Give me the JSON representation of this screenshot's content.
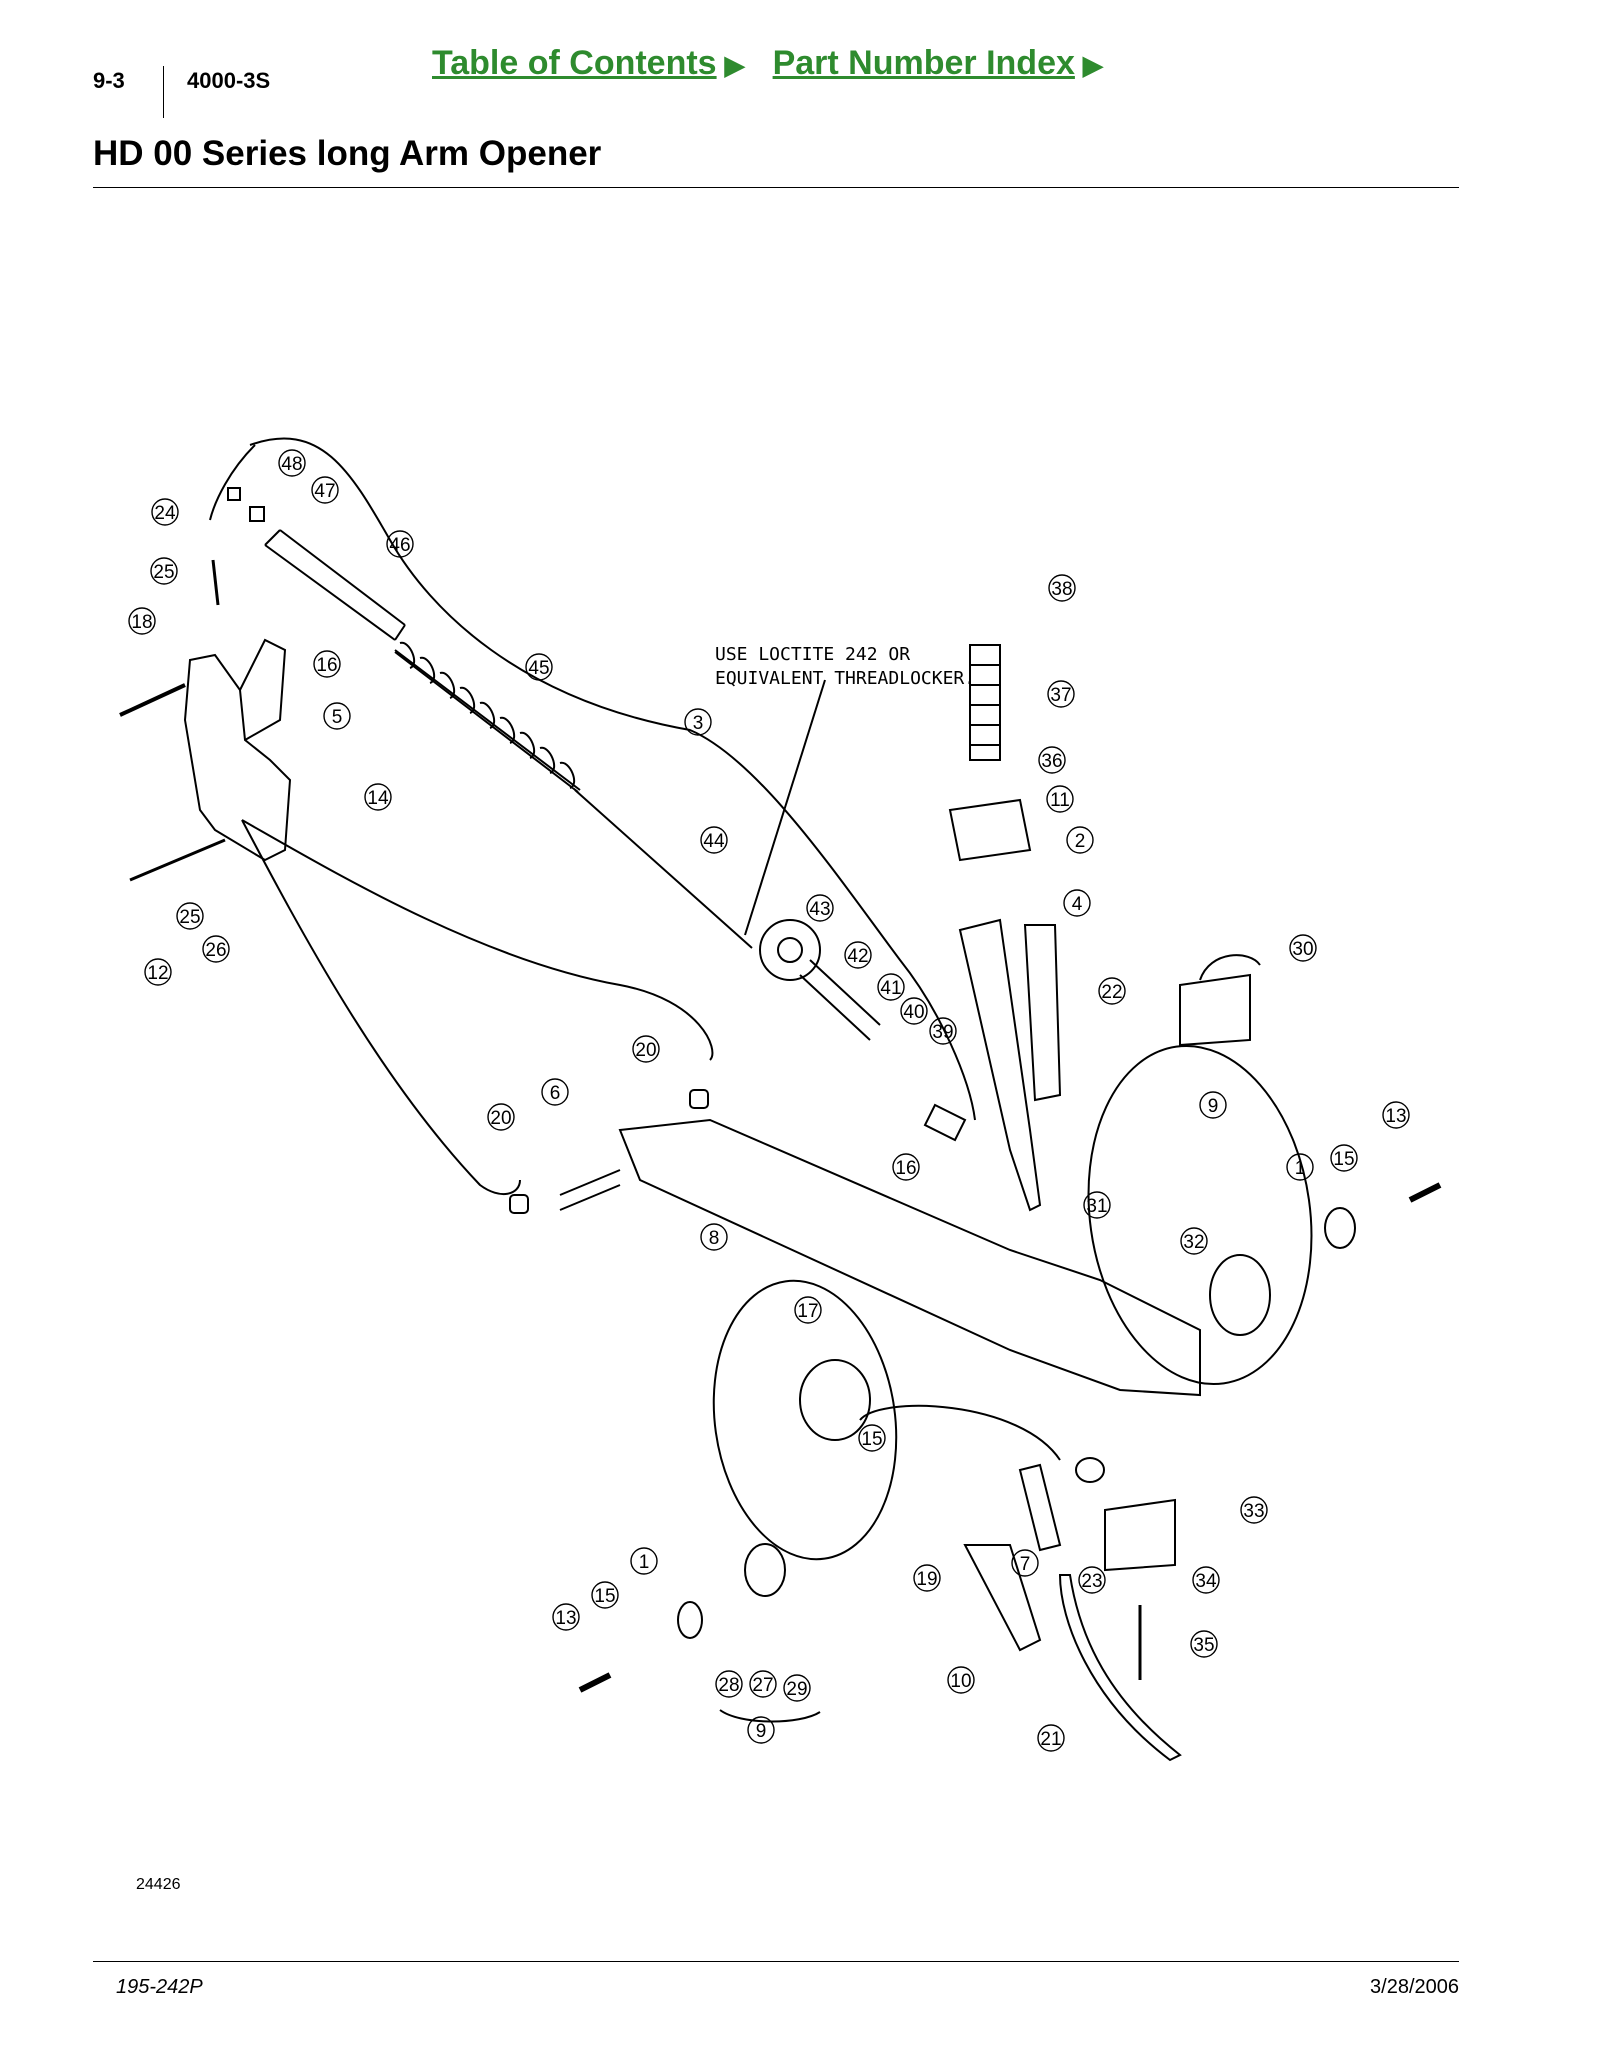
{
  "header": {
    "page_number": "9-3",
    "model": "4000-3S",
    "nav": {
      "toc_label": "Table of Contents",
      "index_label": "Part Number Index",
      "arrow_icon": "right-arrow-icon"
    }
  },
  "page_title": "HD 00 Series long Arm Opener",
  "diagram": {
    "note_line1": "USE LOCTITE 242 OR",
    "note_line2": "EQUIVALENT THREADLOCKER.",
    "figure_id": "24426",
    "callouts": [
      "48",
      "47",
      "24",
      "46",
      "25",
      "18",
      "16",
      "5",
      "45",
      "3",
      "14",
      "44",
      "12",
      "25",
      "26",
      "43",
      "42",
      "41",
      "40",
      "39",
      "20",
      "6",
      "20",
      "16",
      "8",
      "17",
      "38",
      "37",
      "36",
      "11",
      "2",
      "4",
      "22",
      "30",
      "9",
      "13",
      "1",
      "15",
      "31",
      "32",
      "15",
      "1",
      "15",
      "13",
      "19",
      "7",
      "33",
      "23",
      "34",
      "28",
      "27",
      "29",
      "9",
      "10",
      "35",
      "21"
    ]
  },
  "footer": {
    "doc_number": "195-242P",
    "date": "3/28/2006"
  },
  "colors": {
    "link_green": "#2e8b2e"
  }
}
